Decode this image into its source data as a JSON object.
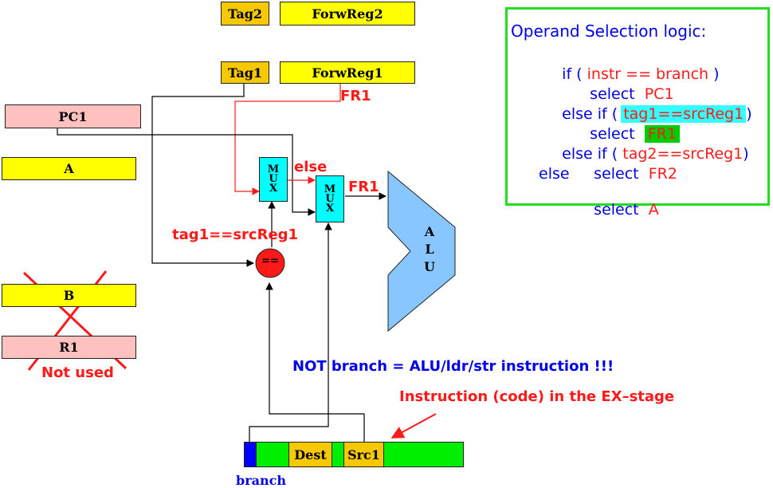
{
  "registers": {
    "tag2": "Tag2",
    "forwreg2": "ForwReg2",
    "tag1": "Tag1",
    "forwreg1": "ForwReg1",
    "pc1": "PC1",
    "a": "A",
    "b": "B",
    "r1": "R1"
  },
  "labels": {
    "fr1_top": "FR1",
    "else": "else",
    "fr1_alu": "FR1",
    "cond": "tag1==srcReg1",
    "not_used": "Not used",
    "not_branch": "NOT branch = ALU/ldr/str instruction !!!",
    "instr_note": "Instruction (code) in the EX–stage",
    "branch": "branch"
  },
  "mux": {
    "letters": [
      "M",
      "U",
      "X"
    ]
  },
  "alu": {
    "letters": [
      "A",
      "L",
      "U"
    ]
  },
  "comparator": "==",
  "instruction": {
    "dest": "Dest",
    "src1": "Src1"
  },
  "logic": {
    "title": "Operand Selection logic:",
    "l1_kw": "if (",
    "l1_cond": " instr == branch ",
    "l1_end": ")",
    "l2_kw": "select",
    "l2_val": "PC1",
    "l3_kw": "else if (",
    "l3_cond": "tag1==srcReg1",
    "l3_end": ")",
    "l4_kw": "select",
    "l4_val": "FR1",
    "l5_kw": "else if (",
    "l5_cond": " tag2==srcReg1",
    "l5_end": ")",
    "l6_kw": "select",
    "l6_val": "FR2",
    "l7_kw": "else",
    "l8_kw": "select",
    "l8_val": "A"
  },
  "colors": {
    "blue_text": "#0000e6",
    "red_text": "#ff1a1a",
    "panel_border": "#22dd22",
    "mux_fill": "#00ffff",
    "alu_fill": "#88c6ff",
    "reg_yellow": "#ffff00",
    "reg_gold": "#f5c800",
    "reg_pink": "#ffc0c0",
    "instr_green": "#00ee00",
    "branch_bit": "#0000ff",
    "highlight_cyan": "#33ffff",
    "highlight_green": "#00cc00"
  }
}
